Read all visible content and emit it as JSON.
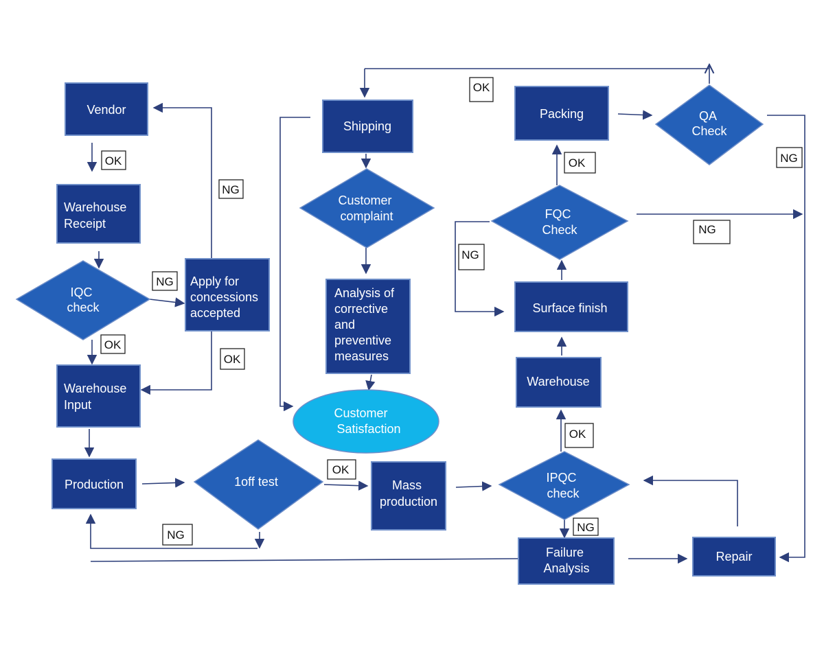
{
  "colors": {
    "box_fill": "#1a3a8a",
    "box_border": "#6f8fc9",
    "diamond_fill": "#2460b8",
    "oval_fill": "#12b4ea",
    "line": "#2d3f7a",
    "text": "#ffffff"
  },
  "nodes": {
    "vendor": "Vendor",
    "warehouse_receipt": [
      "Warehouse",
      "Receipt"
    ],
    "iqc_check": [
      "IQC",
      "check"
    ],
    "apply_concessions": [
      "Apply for",
      "concessions",
      "accepted"
    ],
    "warehouse_input": [
      "Warehouse",
      "Input"
    ],
    "production": "Production",
    "one_off_test": "1off test",
    "mass_production": [
      "Mass",
      "production"
    ],
    "shipping": "Shipping",
    "customer_complaint": [
      "Customer",
      "complaint"
    ],
    "analysis": [
      "Analysis of",
      "corrective",
      "and",
      "preventive",
      "measures"
    ],
    "customer_satisfaction": [
      "Customer",
      "Satisfaction"
    ],
    "packing": "Packing",
    "qa_check": [
      "QA",
      "Check"
    ],
    "fqc_check": [
      "FQC",
      "Check"
    ],
    "surface_finish": "Surface finish",
    "warehouse": "Warehouse",
    "ipqc_check": [
      "IPQC",
      "check"
    ],
    "failure_analysis": [
      "Failure",
      "Analysis"
    ],
    "repair": "Repair"
  },
  "tags": {
    "ok_vendor": "OK",
    "ng_concession_up": "NG",
    "ng_iqc": "NG",
    "ok_iqc": "OK",
    "ok_concession": "OK",
    "ok_top": "OK",
    "ok_packing": "OK",
    "ng_qa": "NG",
    "ng_fqc_right": "NG",
    "ng_fqc_left": "NG",
    "ok_ipqc": "OK",
    "ng_ipqc": "NG",
    "ok_1off": "OK",
    "ng_1off": "NG"
  }
}
